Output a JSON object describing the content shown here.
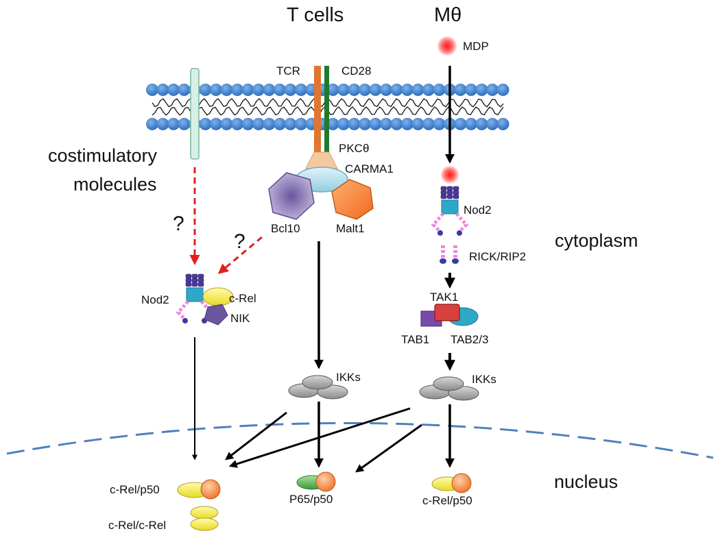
{
  "header": {
    "t_cells": "T cells",
    "macrophage": "Mθ"
  },
  "left": {
    "costimulatory_line1": "costimulatory",
    "costimulatory_line2": "molecules",
    "question1": "?",
    "question2": "?",
    "nod2": "Nod2",
    "crel": "c-Rel",
    "nik": "NIK"
  },
  "tcell": {
    "tcr": "TCR",
    "cd28": "CD28",
    "pkc": "PKCθ",
    "carma1": "CARMA1",
    "bcl10": "Bcl10",
    "malt1": "Malt1",
    "ikks": "IKKs"
  },
  "macro": {
    "mdp": "MDP",
    "nod2": "Nod2",
    "rick": "RICK/RIP2",
    "tak1": "TAK1",
    "tab1": "TAB1",
    "tab23": "TAB2/3",
    "ikks": "IKKs"
  },
  "regions": {
    "cytoplasm": "cytoplasm",
    "nucleus": "nucleus"
  },
  "nuclear": {
    "crel_p50_left": "c-Rel/p50",
    "crel_crel": "c-Rel/c-Rel",
    "p65_p50": "P65/p50",
    "crel_p50_right": "c-Rel/p50"
  },
  "colors": {
    "membrane_head": "#3f7fcf",
    "tcr": "#e0762f",
    "cd28": "#1f7a2e",
    "costim": "#d6f0e6",
    "dashed_arrow": "#e02020",
    "nuclear_envelope": "#4f7fbf",
    "crel": "#f2ea3a",
    "p50": "#f0904a",
    "p65": "#4fa84f",
    "carma1": "#b8e0ec",
    "pkc": "#f5c9a0",
    "bcl10": "#8a78b0",
    "malt1": "#f07a30",
    "nod2_domain": "#4a3a9a",
    "nod2_core": "#2ea8c8",
    "nod2_lrr": "#ee88dd",
    "ikk": "#a8a8a8",
    "tak1": "#d84040",
    "tab1": "#7a4aaa",
    "tab23": "#2ea8c8",
    "mdp": "#ff3030"
  }
}
